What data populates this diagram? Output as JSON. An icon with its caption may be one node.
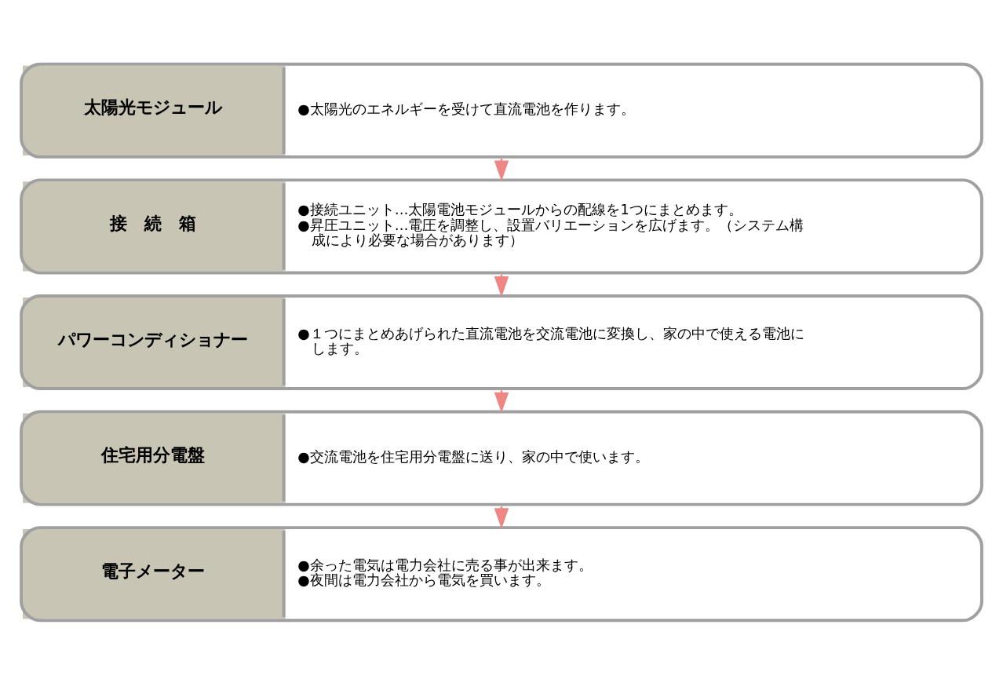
{
  "diagram": {
    "nodes": [
      {
        "text": [
          "太陽光モジュール",
          "●太陽光のエネルギーを受けて直流電池を作ります。"
        ]
      },
      {
        "text": [
          "接　続　箱",
          "●接続ユニット…太陽電池モジュールからの配線を1つにまとめます。",
          "●昇圧ユニット…電圧を調整し、設置バリエーションを広げます。（システム構成により必要な場合があります）"
        ]
      },
      {
        "text": [
          "パワーコンディショナー",
          "●１つにまとめあげられた直流電池を交流電池に変換し、家の中で使える電池にします。"
        ]
      },
      {
        "text": [
          "住宅用分電盤",
          "●交流電池を住宅用分電盤に送り、家の中で使います。"
        ]
      },
      {
        "text": [
          "電子メーター",
          "●余った電気は電力会社に売る事が出来ます。",
          "●夜間は電力会社から電気を買います。"
        ]
      }
    ],
    "edges": [
      {
        "from": 0,
        "to": 1,
        "arrow": "to"
      },
      {
        "from": 1,
        "to": 2,
        "arrow": "to"
      },
      {
        "from": 2,
        "to": 3,
        "arrow": "to"
      },
      {
        "from": 3,
        "to": 4,
        "arrow": "to"
      }
    ]
  }
}
